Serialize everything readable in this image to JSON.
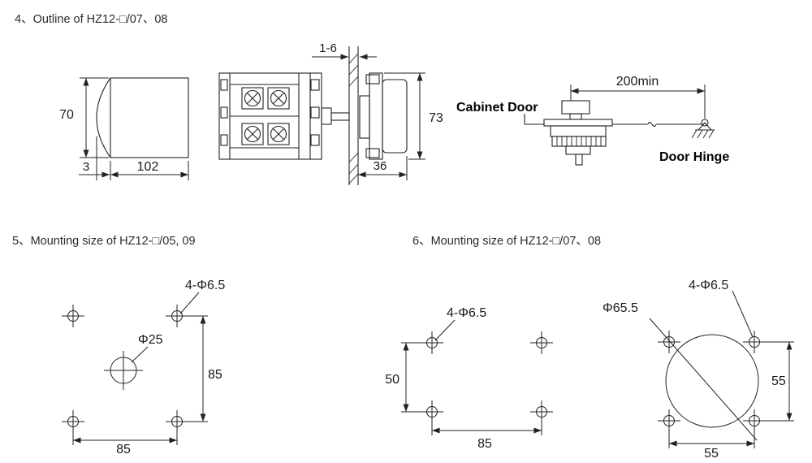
{
  "titles": {
    "outline": "4、Outline of HZ12-□/07、08",
    "mounting5": "5、Mounting size of HZ12-□/05, 09",
    "mounting6": "6、Mounting size of HZ12-□/07、08"
  },
  "outline": {
    "dims": {
      "panel_thickness": "1-6",
      "height": "70",
      "lip": "3",
      "body_length": "102",
      "front_height": "73",
      "front_depth": "36"
    },
    "door_view": {
      "cabinet_door": "Cabinet Door",
      "min_distance": "200min",
      "door_hinge": "Door Hinge"
    }
  },
  "mounting5": {
    "holes": "4-Φ6.5",
    "center_hole": "Φ25",
    "vertical": "85",
    "horizontal": "85"
  },
  "mounting6": {
    "left": {
      "holes": "4-Φ6.5",
      "vertical": "50",
      "horizontal": "85"
    },
    "right": {
      "bezel": "Φ65.5",
      "holes": "4-Φ6.5",
      "vertical": "55",
      "horizontal": "55"
    }
  },
  "colors": {
    "line": "#222222",
    "text": "#1a1a1a",
    "bg": "#ffffff"
  }
}
